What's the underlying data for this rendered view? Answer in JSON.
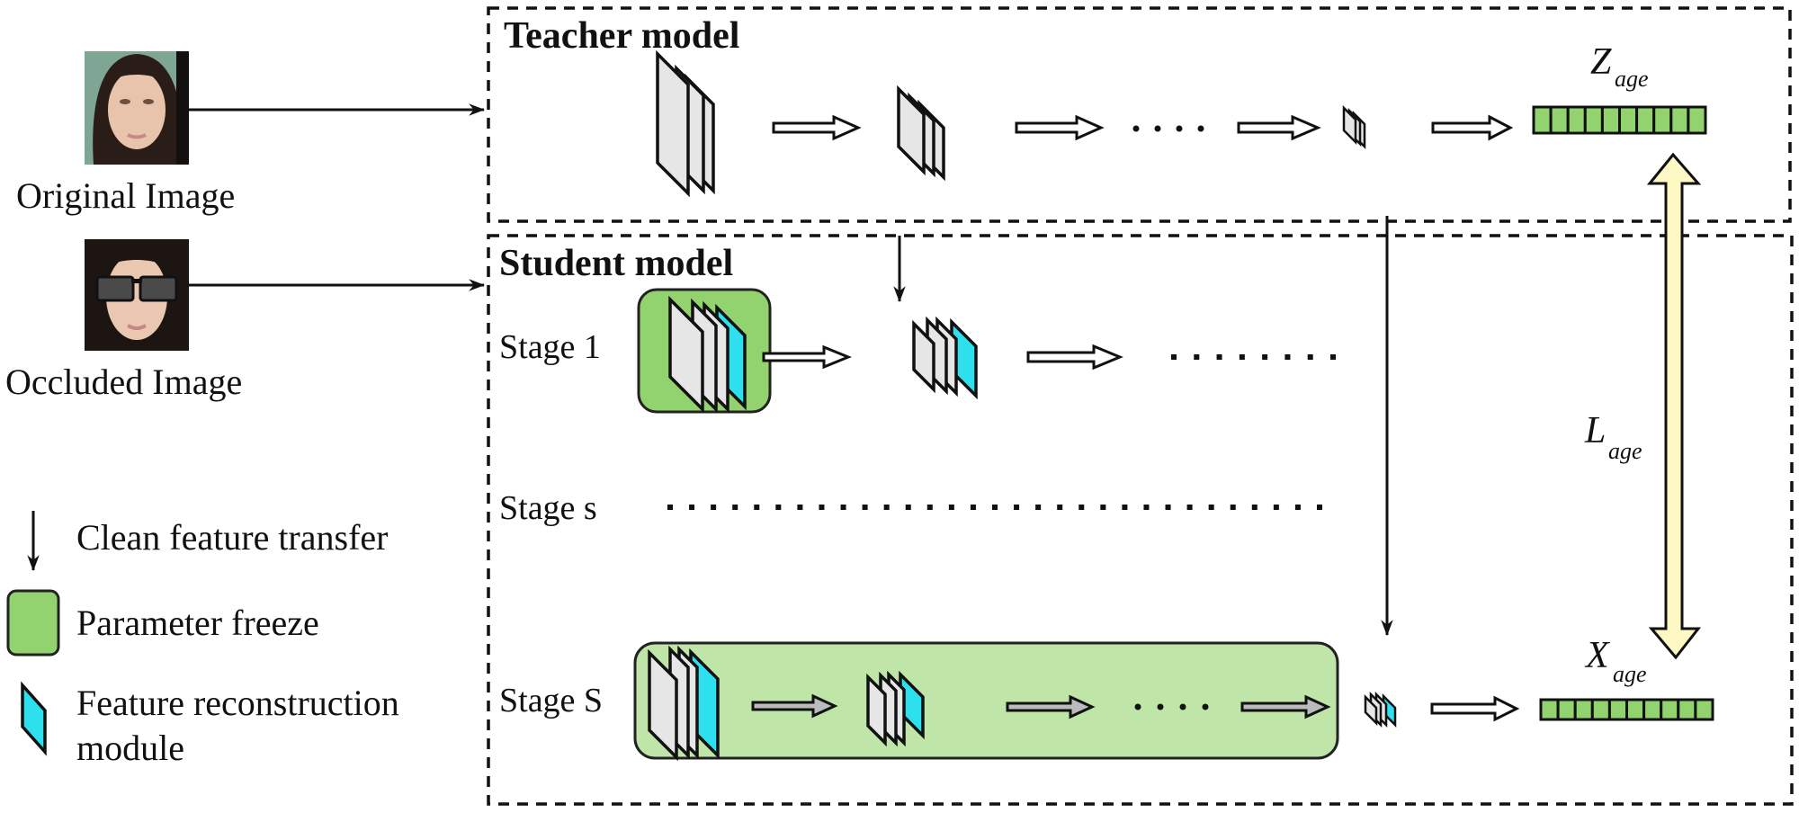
{
  "inputs": {
    "original_label": "Original Image",
    "occluded_label": "Occluded Image"
  },
  "teacher": {
    "title": "Teacher model",
    "output_symbol": "Z",
    "output_subscript": "age",
    "vector_cells": 10
  },
  "student": {
    "title": "Student model",
    "stages": [
      {
        "label": "Stage 1",
        "frozen": true
      },
      {
        "label": "Stage s",
        "frozen": false
      },
      {
        "label": "Stage S",
        "frozen": true
      }
    ],
    "output_symbol": "X",
    "output_subscript": "age",
    "vector_cells": 10
  },
  "loss": {
    "symbol": "L",
    "subscript": "age"
  },
  "legend": {
    "items": [
      {
        "icon": "down-arrow-icon",
        "label": "Clean feature transfer"
      },
      {
        "icon": "green-rounded-square-icon",
        "label": "Parameter freeze"
      },
      {
        "icon": "cyan-parallelogram-icon",
        "label_line1": "Feature reconstruction",
        "label_line2": "module"
      }
    ]
  },
  "colors": {
    "freeze_green": "#93d36f",
    "freeze_green_light": "#bfe6a8",
    "reconstruction_cyan": "#2ee0ee",
    "feature_gray": "#e6e6e6",
    "loss_arrow_yellow": "#fdf8c4"
  }
}
